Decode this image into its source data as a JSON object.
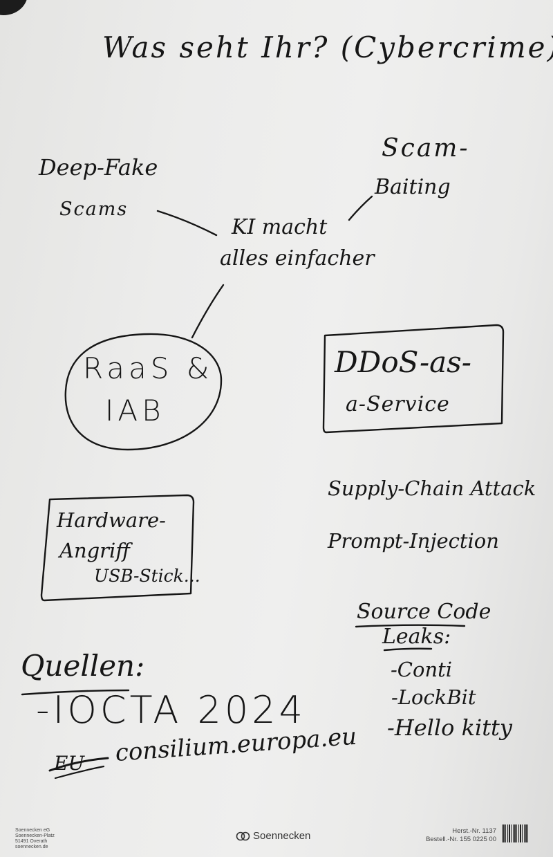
{
  "sheet": {
    "title": "Was seht Ihr? (Cybercrime)",
    "center_node": [
      "KI macht",
      "alles einfacher"
    ],
    "deepfake": [
      "Deep-Fake",
      "Scams"
    ],
    "scambaiting": [
      "Scam-",
      "Baiting"
    ],
    "raas": [
      "RaaS &",
      "IAB"
    ],
    "ddos": [
      "DDoS-as-",
      "a-Service"
    ],
    "hardware": [
      "Hardware-",
      "Angriff",
      "USB-Stick..."
    ],
    "supply_chain": "Supply-Chain Attack",
    "prompt_injection": "Prompt-Injection",
    "source_code": {
      "heading": [
        "Source Code",
        "Leaks:"
      ],
      "items": [
        "-Conti",
        "-LockBit",
        "-Hello kitty"
      ]
    },
    "sources": {
      "heading": "Quellen:",
      "items": [
        "-IOCTA 2024",
        "consilium.europa.eu"
      ],
      "struck": "EU"
    }
  },
  "footer": {
    "company": [
      "Soennecken eG",
      "Soennecken-Platz",
      "51491 Overath",
      "soennecken.de"
    ],
    "brand": "Soennecken",
    "herst": "Herst.-Nr. 1137",
    "bestell": "Bestell.-Nr. 155 0225 00"
  },
  "colors": {
    "ink": "#161616",
    "paper": "#ececeb"
  }
}
